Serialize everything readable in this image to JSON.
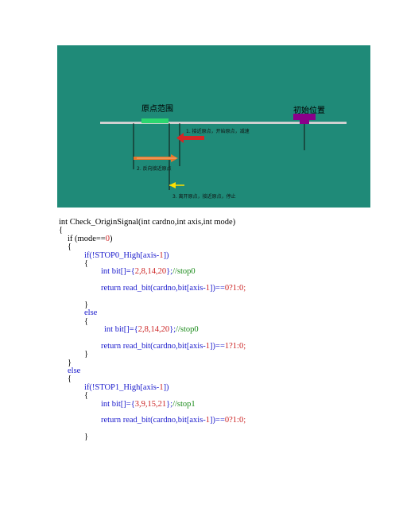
{
  "diagram": {
    "colors": {
      "background": "#1f8a78",
      "rail": "#d0d0d0",
      "origin_zone": "#2bd66f",
      "init_marker": "#8a008a",
      "arrow_red": "#d42626",
      "arrow_orange": "#e8782a",
      "arrow_yellow": "#ffe000"
    },
    "label_origin_range": "原点范围",
    "label_init_position": "初始位置",
    "step1": "1. 接近原点，开始原点，减速",
    "step2": "2. 反向接近原点",
    "step3": "3. 离开原点，接近原点，停止"
  },
  "code": {
    "signature": "int Check_OriginSignal(int cardno,int axis,int mode)",
    "open_brace": "{",
    "close_brace": "}",
    "if_mode": "if (mode==",
    "zero": "0",
    "close_paren": ")",
    "else": "else",
    "if_stop0": "if(!STOP0_High[axis-",
    "if_stop1": "if(!STOP1_High[axis-",
    "one": "1",
    "close_bracket_paren": "])",
    "int_bit": "int bit[]={",
    "bits_stop0": "2,8,14,20",
    "bits_stop1": "3,9,15,21",
    "bits_end": "};",
    "comment_stop0": "//stop0",
    "comment_stop1": "//stop1",
    "return_prefix": "return read_bit(cardno,bit[axis-",
    "return_middle": "])==",
    "ternary_zero": "0?1:0;",
    "ternary_one": "1?1:0;"
  }
}
